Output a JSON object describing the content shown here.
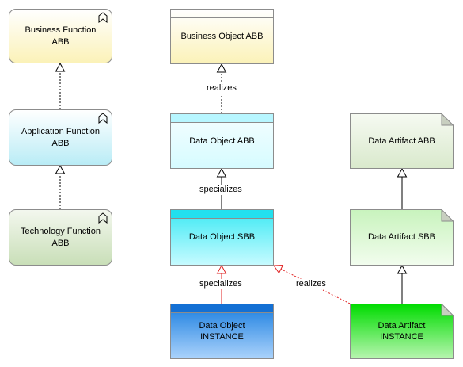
{
  "nodes": {
    "business_function": {
      "label": "Business Function ABB",
      "kind": "function",
      "fill_top": "#ffffff",
      "fill_bottom": "#fbf2b8",
      "icon": "business-function-icon"
    },
    "application_function": {
      "label": "Application Function ABB",
      "kind": "function",
      "fill_top": "#ffffff",
      "fill_bottom": "#b9ecf6",
      "icon": "application-function-icon"
    },
    "technology_function": {
      "label": "Technology Function ABB",
      "kind": "function",
      "fill_top": "#f3f7ee",
      "fill_bottom": "#c9dfb8",
      "icon": "technology-function-icon"
    },
    "business_object": {
      "label": "Business Object ABB",
      "kind": "object",
      "fill_top": "#ffffff",
      "fill_bottom": "#fbf2b8"
    },
    "data_object_abb": {
      "label": "Data Object ABB",
      "kind": "object",
      "fill_top": "#f4feff",
      "fill_bottom": "#d6fbff",
      "band": "#b7f6ff"
    },
    "data_object_sbb": {
      "label": "Data Object SBB",
      "kind": "object",
      "fill_top": "#3ee9f4",
      "fill_bottom": "#c6fbff",
      "band": "#22e0ee"
    },
    "data_object_instance": {
      "label": "Data Object INSTANCE",
      "kind": "object",
      "fill_top": "#1a7ee0",
      "fill_bottom": "#aad2fb",
      "band": "#1470d4"
    },
    "data_artifact_abb": {
      "label": "Data Artifact ABB",
      "kind": "artifact",
      "fill_top": "#f6faf2",
      "fill_bottom": "#d9e9cc"
    },
    "data_artifact_sbb": {
      "label": "Data Artifact SBB",
      "kind": "artifact",
      "fill_top": "#c8f3bd",
      "fill_bottom": "#f2fdee"
    },
    "data_artifact_instance": {
      "label": "Data Artifact INSTANCE",
      "kind": "artifact",
      "fill_top": "#00dc00",
      "fill_bottom": "#b8f5b0"
    }
  },
  "edges": [
    {
      "id": "appfn-to-bizfn",
      "type": "realization",
      "color": "#000000",
      "label": ""
    },
    {
      "id": "techfn-to-appfn",
      "type": "realization",
      "color": "#000000",
      "label": ""
    },
    {
      "id": "dataobj-to-bizobj",
      "type": "realization",
      "color": "#000000",
      "label": "realizes"
    },
    {
      "id": "dataobjsbb-to-dataobjabb",
      "type": "specialization",
      "color": "#000000",
      "label": "specializes"
    },
    {
      "id": "dataobjinst-to-dataobjsbb",
      "type": "specialization",
      "color": "#e02020",
      "label": "specializes"
    },
    {
      "id": "artinst-to-dataobjsbb",
      "type": "realization",
      "color": "#e02020",
      "label": "realizes"
    },
    {
      "id": "artsbb-to-artabb",
      "type": "specialization",
      "color": "#000000",
      "label": ""
    },
    {
      "id": "artinst-to-artsbb",
      "type": "specialization",
      "color": "#000000",
      "label": ""
    }
  ]
}
